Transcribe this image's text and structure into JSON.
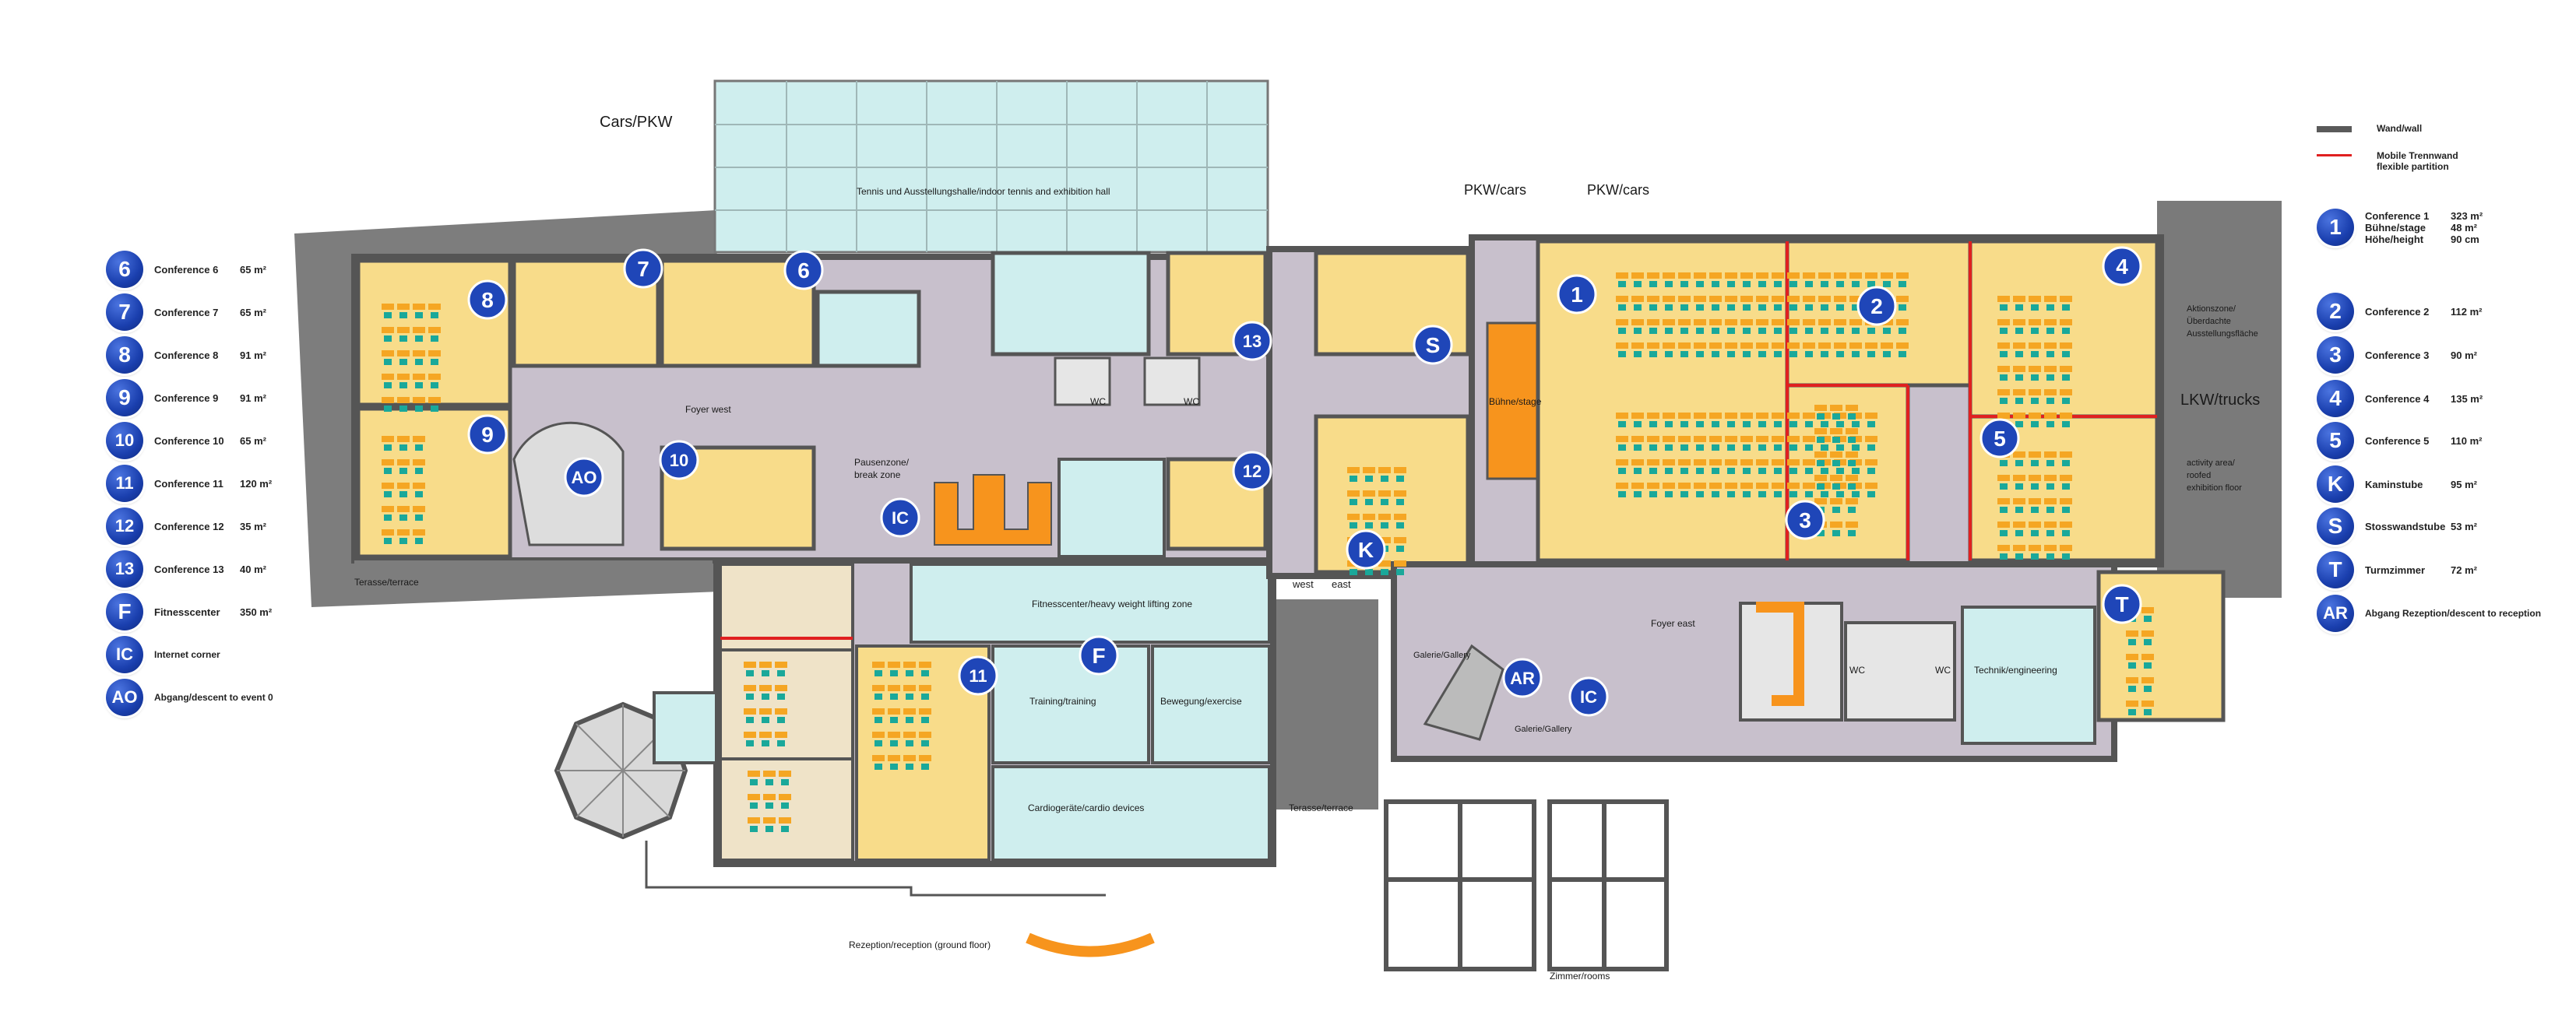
{
  "legend_left": [
    {
      "badge": "6",
      "name": "Conference 6",
      "area": "65 m²"
    },
    {
      "badge": "7",
      "name": "Conference 7",
      "area": "65 m²"
    },
    {
      "badge": "8",
      "name": "Conference 8",
      "area": "91 m²"
    },
    {
      "badge": "9",
      "name": "Conference 9",
      "area": "91 m²"
    },
    {
      "badge": "10",
      "name": "Conference 10",
      "area": "65 m²"
    },
    {
      "badge": "11",
      "name": "Conference 11",
      "area": "120 m²"
    },
    {
      "badge": "12",
      "name": "Conference 12",
      "area": "35 m²"
    },
    {
      "badge": "13",
      "name": "Conference 13",
      "area": "40 m²"
    },
    {
      "badge": "F",
      "name": "Fitnesscenter",
      "area": "350 m²"
    },
    {
      "badge": "IC",
      "name": "Internet corner",
      "area": ""
    },
    {
      "badge": "AO",
      "name": "Abgang/descent to event 0",
      "area": ""
    }
  ],
  "legend_key": {
    "wall": "Wand/wall",
    "partition_line1": "Mobile Trennwand",
    "partition_line2": "flexible partition",
    "wall_color": "#5a5a5a",
    "partition_color": "#e02020"
  },
  "legend_right": [
    {
      "badge": "1",
      "lines": [
        {
          "name": "Conference 1",
          "area": "323 m²"
        },
        {
          "name": "Bühne/stage",
          "area": "48 m²"
        },
        {
          "name": "Höhe/height",
          "area": "90 cm"
        }
      ]
    },
    {
      "badge": "2",
      "lines": [
        {
          "name": "Conference 2",
          "area": "112 m²"
        }
      ]
    },
    {
      "badge": "3",
      "lines": [
        {
          "name": "Conference 3",
          "area": "90 m²"
        }
      ]
    },
    {
      "badge": "4",
      "lines": [
        {
          "name": "Conference 4",
          "area": "135 m²"
        }
      ]
    },
    {
      "badge": "5",
      "lines": [
        {
          "name": "Conference 5",
          "area": "110 m²"
        }
      ]
    },
    {
      "badge": "K",
      "lines": [
        {
          "name": "Kaminstube",
          "area": "95 m²"
        }
      ]
    },
    {
      "badge": "S",
      "lines": [
        {
          "name": "Stosswandstube",
          "area": "53 m²"
        }
      ]
    },
    {
      "badge": "T",
      "lines": [
        {
          "name": "Turmzimmer",
          "area": "72 m²"
        }
      ]
    },
    {
      "badge": "AR",
      "lines": [
        {
          "name": "Abgang Rezeption/descent to reception",
          "area": ""
        }
      ]
    }
  ],
  "map_labels": {
    "cars_pkw_top": "Cars/PKW",
    "tennis_hall": "Tennis und Ausstellungshalle/indoor tennis and exhibition hall",
    "pkw_cars_1": "PKW/cars",
    "pkw_cars_2": "PKW/cars",
    "foyer_west": "Foyer west",
    "wc_1": "WC",
    "wc_2": "WC",
    "break_zone_1": "Pausenzone/",
    "break_zone_2": "break zone",
    "stage": "Bühne/stage",
    "aktionszone_1": "Aktionszone/",
    "aktionszone_2": "Überdachte",
    "aktionszone_3": "Ausstellungsfläche",
    "lkw_trucks": "LKW/trucks",
    "activity_1": "activity area/",
    "activity_2": "roofed",
    "activity_3": "exhibition floor",
    "terrace_left": "Terasse/terrace",
    "fitness_zone": "Fitnesscenter/heavy weight lifting zone",
    "west": "west",
    "east": "east",
    "foyer_east": "Foyer east",
    "galerie_1": "Galerie/Gallery",
    "galerie_2": "Galerie/Gallery",
    "wc_3": "WC",
    "wc_4": "WC",
    "technik": "Technik/engineering",
    "training": "Training/training",
    "bewegung": "Bewegung/exercise",
    "cardio": "Cardiogeräte/cardio devices",
    "terrace_mid": "Terasse/terrace",
    "reception": "Rezeption/reception (ground floor)",
    "rooms": "Zimmer/rooms"
  },
  "map_badges": [
    "1",
    "2",
    "3",
    "4",
    "5",
    "6",
    "7",
    "8",
    "9",
    "10",
    "11",
    "12",
    "13",
    "K",
    "S",
    "T",
    "F",
    "IC",
    "IC",
    "AO",
    "AR"
  ],
  "colors": {
    "room_yellow": "#f8dc8a",
    "corridor": "#c8c0cc",
    "hall_cyan": "#cfeeee",
    "stage_orange": "#f7941d",
    "wall": "#555555",
    "exterior": "#7a7a7a",
    "badge_blue": "#1f46b8",
    "partition_red": "#e02020",
    "table_orange": "#f5a623",
    "chair_teal": "#1aa89a"
  }
}
